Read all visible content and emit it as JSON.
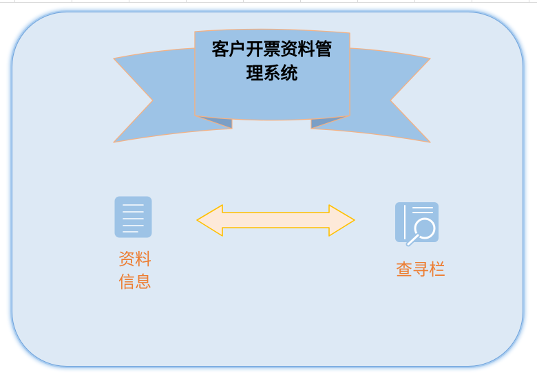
{
  "banner": {
    "title": "客户开票资料管理系统"
  },
  "nav": {
    "items": [
      {
        "label": "资料信息",
        "icon": "document-icon"
      },
      {
        "label": "查寻栏",
        "icon": "search-book-icon"
      }
    ],
    "connector_icon": "double-arrow-icon"
  },
  "colors": {
    "sheet_background": "#ffffff",
    "gridline": "#d9d9d9",
    "panel_fill": "#dde9f5",
    "panel_outline": "#6fa3dc",
    "panel_glow": "#a9ccef",
    "ribbon_fill": "#9dc3e6",
    "ribbon_fold": "#7b9fc6",
    "ribbon_outline": "#f4b183",
    "title_text": "#000000",
    "icon_fill": "#9dc3e6",
    "icon_line": "#ffffff",
    "label_text": "#ed7d31",
    "arrow_fill": "#fde9d9",
    "arrow_outline": "#ffc000"
  }
}
